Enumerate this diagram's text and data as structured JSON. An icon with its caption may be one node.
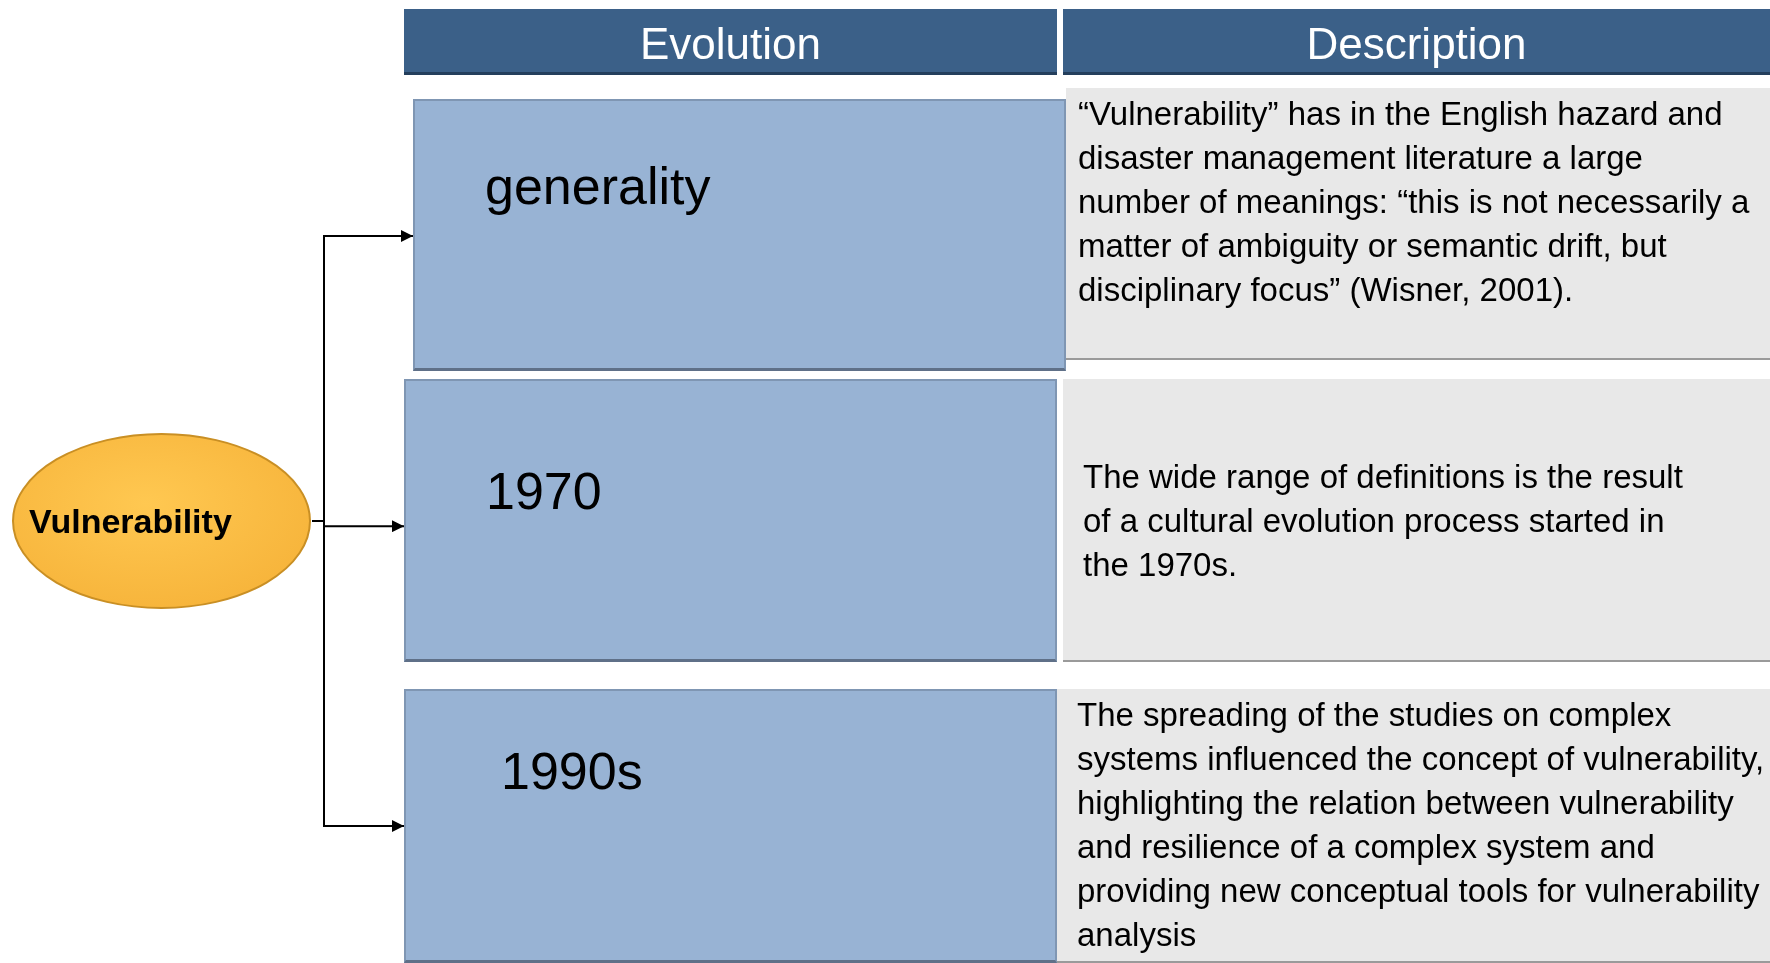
{
  "diagram": {
    "nodes": [
      {
        "text": [
          "Evolution"
        ]
      },
      {
        "text": [
          "Description"
        ]
      },
      {
        "text": [
          "Vulnerability"
        ]
      },
      {
        "text": [
          "generality"
        ]
      },
      {
        "text": [
          "“Vulnerability” has in the English hazard and disaster management literature a large number of meanings: “this is not necessarily a matter of ambiguity or semantic drift, but disciplinary focus” (Wisner, 2001)."
        ]
      },
      {
        "text": [
          "1970"
        ]
      },
      {
        "text": [
          "The wide range of definitions is the result of a cultural evolution process started in the 1970s."
        ]
      },
      {
        "text": [
          "1990s"
        ]
      },
      {
        "text": [
          "The spreading of the studies on complex systems influenced the concept of vulnerability, highlighting the relation between vulnerability and resilience of a complex system and providing new conceptual tools for vulnerability analysis"
        ]
      }
    ],
    "edges": [
      {
        "from": 2,
        "to": 3,
        "arrow": "to"
      },
      {
        "from": 2,
        "to": 5,
        "arrow": "to"
      },
      {
        "from": 2,
        "to": 7,
        "arrow": "to"
      }
    ]
  }
}
